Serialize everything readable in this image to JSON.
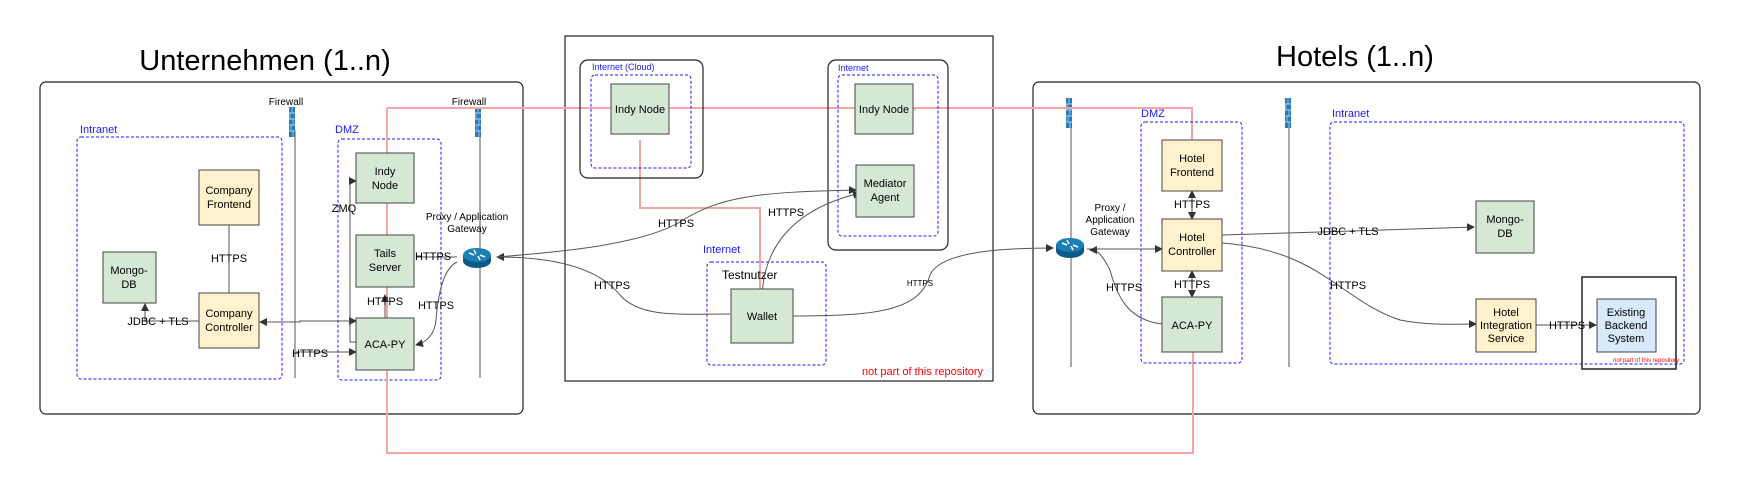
{
  "titles": {
    "company": "Unternehmen (1..n)",
    "hotels": "Hotels (1..n)"
  },
  "zones": {
    "company_intranet": "Intranet",
    "company_dmz": "DMZ",
    "internet_cloud": "Internet (Cloud)",
    "internet_mediator": "Internet",
    "internet_user": "Internet",
    "hotel_dmz": "DMZ",
    "hotel_intranet": "Intranet"
  },
  "labels": {
    "firewall": "Firewall",
    "proxy_gateway": [
      "Proxy / Application",
      "Gateway"
    ],
    "hotel_proxy": [
      "Proxy /",
      "Application",
      "Gateway"
    ],
    "testnutzer": "Testnutzer",
    "not_repo": "not part of this repository",
    "not_repo_small": "not part of this repository"
  },
  "nodes": {
    "company_frontend": [
      "Company",
      "Frontend"
    ],
    "company_mongo": [
      "Mongo-",
      "DB"
    ],
    "company_controller": [
      "Company",
      "Controller"
    ],
    "company_indy": [
      "Indy",
      "Node"
    ],
    "tails_server": [
      "Tails",
      "Server"
    ],
    "company_acapy": [
      "ACA-PY"
    ],
    "indy_cloud": [
      "Indy Node"
    ],
    "indy_internet": [
      "Indy Node"
    ],
    "mediator": [
      "Mediator",
      "Agent"
    ],
    "wallet": [
      "Wallet"
    ],
    "hotel_frontend": [
      "Hotel",
      "Frontend"
    ],
    "hotel_controller": [
      "Hotel",
      "Controller"
    ],
    "hotel_acapy": [
      "ACA-PY"
    ],
    "hotel_mongo": [
      "Mongo-",
      "DB"
    ],
    "hotel_integration": [
      "Hotel",
      "Integration",
      "Service"
    ],
    "existing_backend": [
      "Existing",
      "Backend",
      "System"
    ]
  },
  "edge_labels": {
    "https": "HTTPS",
    "zmq": "ZMQ",
    "jdbc_tls": "JDBC + TLS"
  },
  "colors": {
    "node_green": "#d5e8d4",
    "node_yellow": "#fff2cc",
    "node_blue": "#dae8fc",
    "zone_blue": "#1a1aff",
    "ledger_red": "#f4a6a6",
    "router_blue": "#1a6f9e"
  }
}
